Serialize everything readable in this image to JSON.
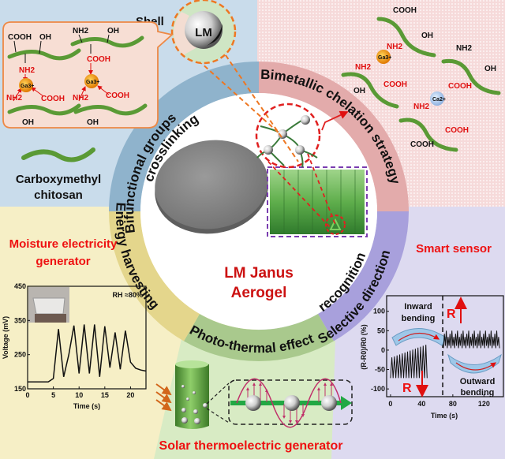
{
  "colors": {
    "zone_blue": "#c8dcea",
    "zone_pink": "#f4d6d6",
    "zone_yellow": "#f6efc4",
    "zone_green": "#d9ebc6",
    "zone_lavender": "#dcd9ee",
    "ring_blue": "#8fb3cc",
    "ring_pink": "#e2aaaa",
    "ring_yellow": "#e4d68c",
    "ring_green": "#a8c98c",
    "ring_lavender": "#a79fdc",
    "accent_red": "#ee1111",
    "center_red": "#cc1111",
    "chain_green": "#5a9a35",
    "orange_dash": "#ee7722"
  },
  "center": {
    "title_line1": "LM Janus",
    "title_line2": "Aerogel"
  },
  "ring_labels": {
    "bifunctional_line1": "Bifunctional groups",
    "bifunctional_line2": "crosslinking",
    "bimetallic": "Bimetallic  chelation strategy",
    "energy": "Energy harvesting",
    "photothermal": "Photo-thermal effect",
    "selective_line1": "Selective direction",
    "selective_line2": "recognition"
  },
  "top_left": {
    "shell_label": "Shell",
    "lm_label": "LM",
    "legend_line1": "Carboxymethyl",
    "legend_line2": "chitosan",
    "callout": {
      "left": {
        "cooh_top": "COOH",
        "oh_top": "OH",
        "nh2_red": "NH2",
        "ion": "Ga3+",
        "nh2_bottom": "NH2",
        "cooh_bottom": "COOH",
        "oh_bottom": "OH"
      },
      "right": {
        "nh2_top": "NH2",
        "oh_top": "OH",
        "cooh_red": "COOH",
        "ion": "Ga3+",
        "nh2_bottom": "NH2",
        "cooh_bottom": "COOH",
        "oh_bottom": "OH"
      }
    }
  },
  "top_right": {
    "chain1": {
      "cooh": "COOH",
      "oh": "OH",
      "nh2_red": "NH2"
    },
    "ga_ion": "Ga3+",
    "chain2": {
      "nh2_red": "NH2",
      "oh": "OH",
      "cooh_red": "COOH"
    },
    "chain3": {
      "nh2": "NH2",
      "oh": "OH",
      "cooh_red": "COOH"
    },
    "ca_ion": "Ca2+",
    "chain4": {
      "nh2_red": "NH2",
      "cooh": "COOH",
      "cooh_red": "COOH"
    }
  },
  "bottom_left": {
    "title_line1": "Moisture electricity",
    "title_line2": "generator",
    "annotation": "RH ≈80%"
  },
  "bottom_center": {
    "title": "Solar thermoelectric generator"
  },
  "bottom_right": {
    "title": "Smart sensor",
    "inward_line1": "Inward",
    "inward_line2": "bending",
    "outward_line1": "Outward",
    "outward_line2": "bending",
    "r_up": "R",
    "r_down": "R"
  },
  "chart_data": [
    {
      "type": "line",
      "title": "",
      "xlabel": "Time (s)",
      "ylabel": "Voltage (mV)",
      "xlim": [
        0,
        23
      ],
      "ylim": [
        150,
        450
      ],
      "xticks": [
        0,
        5,
        10,
        15,
        20
      ],
      "yticks": [
        150,
        250,
        350,
        450
      ],
      "annotation": "RH ≈80%",
      "x": [
        0,
        4,
        5,
        6,
        7,
        8,
        9,
        10,
        11,
        12,
        13,
        14,
        15,
        16,
        17,
        18,
        19,
        20,
        21,
        22,
        23
      ],
      "y": [
        170,
        170,
        180,
        325,
        185,
        250,
        335,
        195,
        338,
        195,
        338,
        185,
        333,
        212,
        315,
        207,
        320,
        228,
        210,
        205,
        202
      ]
    },
    {
      "type": "line",
      "title": "",
      "xlabel": "Time (s)",
      "ylabel": "(R-R0)/R0 (%)",
      "xlim": [
        -5,
        145
      ],
      "ylim": [
        -120,
        140
      ],
      "xticks": [
        0,
        40,
        80,
        120
      ],
      "yticks": [
        -100,
        -50,
        0,
        50,
        100
      ],
      "divider_x": 67,
      "series": [
        {
          "name": "Inward bending",
          "x_range": [
            0,
            47
          ],
          "min": -72,
          "max": 15,
          "cycles": 14
        },
        {
          "name": "Outward bending",
          "x_range": [
            68,
            140
          ],
          "min": 5,
          "max": 50,
          "cycles": 30
        }
      ]
    }
  ]
}
